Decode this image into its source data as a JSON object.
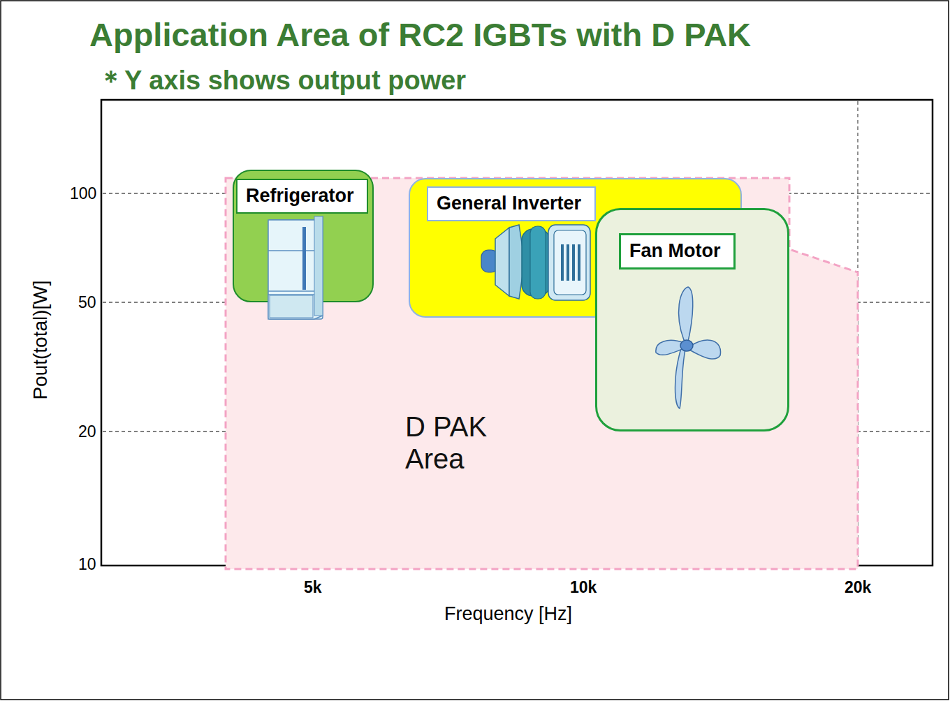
{
  "diagram": {
    "title": "Application Area of RC2 IGBTs with D PAK",
    "nodes": [
      {
        "text": [
          "D PAK Area"
        ]
      },
      {
        "text": [
          "Refrigerator"
        ],
        "in": 0
      },
      {
        "text": [
          "General Inverter"
        ],
        "in": 0
      },
      {
        "text": [
          "Fan Motor"
        ],
        "in": 0
      }
    ],
    "labels": [
      "＊Y axis shows output power",
      "100",
      "50",
      "20",
      "10",
      "5k",
      "10k",
      "20k",
      "Pout(total)[W]",
      "Frequency [Hz]"
    ]
  }
}
